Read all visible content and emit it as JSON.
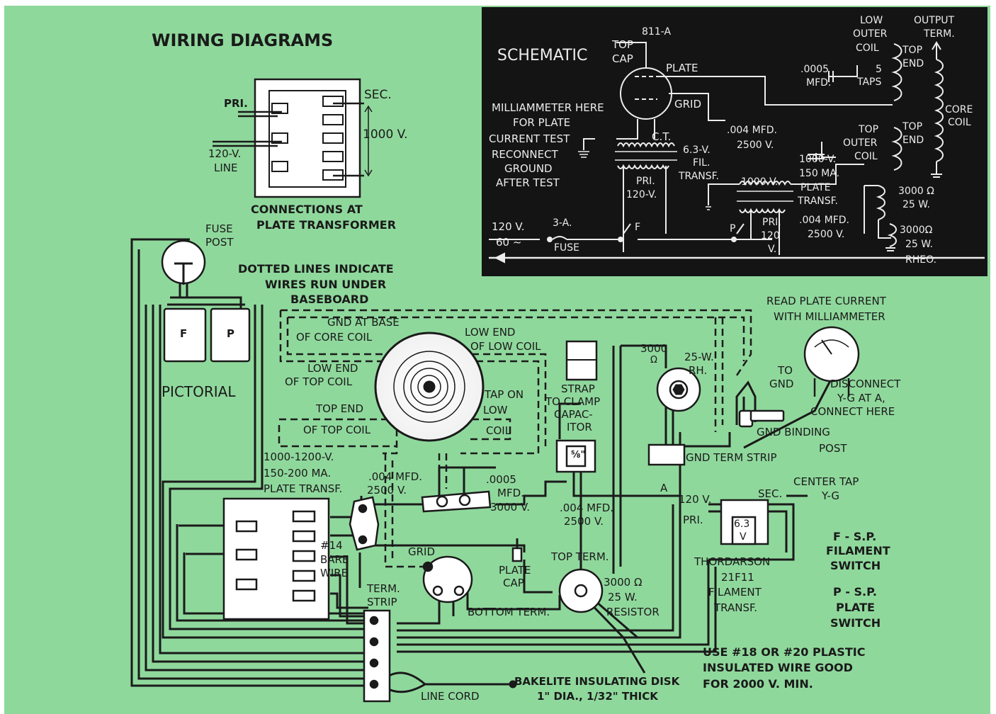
{
  "colors": {
    "panel_bg": "#8fd89c",
    "schematic_bg": "#141414",
    "ink": "#1a1a1a",
    "schematic_ink": "#ececec",
    "part_fill": "#ffffff"
  },
  "title": "WIRING DIAGRAMS",
  "transformer_connections": {
    "pri": "PRI.",
    "sec": "SEC.",
    "v1000": "1000 V.",
    "line_120v": "120-V.",
    "line": "LINE",
    "caption_1": "CONNECTIONS AT",
    "caption_2": "PLATE TRANSFORMER"
  },
  "schematic": {
    "title": "SCHEMATIC",
    "tube": "811-A",
    "top_cap_1": "TOP",
    "top_cap_2": "CAP",
    "plate": "PLATE",
    "grid": "GRID",
    "mil_1": "MILLIAMMETER HERE",
    "mil_2": "FOR PLATE",
    "mil_3": "CURRENT TEST",
    "mil_4": "RECONNECT",
    "mil_5": "GROUND",
    "mil_6": "AFTER TEST",
    "ct": "C.T.",
    "fil_1": "6.3-V.",
    "fil_2": "FIL.",
    "fil_3": "TRANSF.",
    "pri_1": "PRI.",
    "pri_2": "120-V.",
    "cap1_1": ".004 MFD.",
    "cap1_2": "2500 V.",
    "cap2_1": ".0005",
    "cap2_2": "MFD.",
    "taps_1": "5",
    "taps_2": "TAPS",
    "low_1": "LOW",
    "low_2": "OUTER",
    "low_3": "COIL",
    "out_1": "OUTPUT",
    "out_2": "TERM.",
    "top_end_1": "TOP",
    "top_end_2": "END",
    "core_1": "CORE",
    "core_2": "COIL",
    "top_outer_1": "TOP",
    "top_outer_2": "OUTER",
    "top_outer_3": "COIL",
    "top_end2_1": "TOP",
    "top_end2_2": "END",
    "pt_1": "1000-V.",
    "pt_2": "150 MA.",
    "pt_3": "PLATE",
    "pt_4": "TRANSF.",
    "sec_1000v": "1000 V.",
    "pri2_1": "PRI.",
    "pri2_2": "120",
    "pri2_3": "V.",
    "cap3_1": ".004 MFD.",
    "cap3_2": "2500 V.",
    "r1_1": "3000",
    "r1_2": "25 W.",
    "r2_1": "3000",
    "r2_2": "25 W.",
    "r2_3": "RHEO.",
    "ohm": "Ω",
    "v120": "120 V.",
    "hz": "60 ~",
    "fuse_1": "3-A.",
    "fuse_2": "FUSE",
    "f": "F",
    "p": "P"
  },
  "pictorial": {
    "title": "PICTORIAL",
    "fuse_1": "FUSE",
    "fuse_2": "POST",
    "switch_f": "F",
    "switch_p": "P",
    "dotted_1": "DOTTED LINES INDICATE",
    "dotted_2": "WIRES RUN UNDER",
    "dotted_3": "BASEBOARD",
    "gnd_1": "GND AT BASE",
    "gnd_2": "OF CORE COIL",
    "low_end_1": "LOW END",
    "low_end_2": "OF LOW COIL",
    "low_top_1": "LOW END",
    "low_top_2": "OF TOP COIL",
    "top_end_1": "TOP END",
    "top_end_2": "OF TOP COIL",
    "tap_1": "TAP ON",
    "tap_2": "LOW",
    "tap_3": "COIL",
    "strap_1": "STRAP",
    "strap_2": "TO CLAMP",
    "strap_3": "CAPAC-",
    "strap_4": "ITOR",
    "frac": "⅝\"",
    "rheo_1": "3000",
    "rheo_ohm": "Ω",
    "rheo_2": "25-W.",
    "rheo_3": "RH.",
    "read_1": "READ PLATE CURRENT",
    "read_2": "WITH MILLIAMMETER",
    "to_gnd_1": "TO",
    "to_gnd_2": "GND",
    "disc_1": "DISCONNECT",
    "disc_2": "Y-G AT A,",
    "disc_3": "CONNECT HERE",
    "gbp_1": "GND BINDING",
    "gbp_2": "POST",
    "gts": "GND TERM STRIP",
    "pt_1": "1000-1200-V.",
    "pt_2": "150-200 MA.",
    "pt_3": "PLATE TRANSF.",
    "c004_1": ".004 MFD.",
    "c004_2": "2500 V.",
    "c0005_1": ".0005",
    "c0005_2": "MFD.",
    "c0005_3": "3000 V.",
    "c004b_1": ".004 MFD.",
    "c004b_2": "2500 V.",
    "a": "A",
    "center_1": "CENTER TAP",
    "center_2": "Y-G",
    "v120": "120 V.",
    "sec": "SEC.",
    "pri": "PRI.",
    "v63_1": "6.3",
    "v63_2": "V",
    "fs_1": "F - S.P.",
    "fs_2": "FILAMENT",
    "fs_3": "SWITCH",
    "ps_1": "P - S.P.",
    "ps_2": "PLATE",
    "ps_3": "SWITCH",
    "bare_1": "#14",
    "bare_2": "BARE",
    "bare_3": "WIRE",
    "grid": "GRID",
    "plate_1": "PLATE",
    "plate_2": "CAP",
    "top_term": "TOP TERM.",
    "bottom_term": "BOTTOM TERM.",
    "res_1": "3000",
    "res_ohm": "Ω",
    "res_2": "25 W.",
    "res_3": "RESISTOR",
    "thor_1": "THORDARSON",
    "thor_2": "21F11",
    "thor_3": "FILAMENT",
    "thor_4": "TRANSF.",
    "term_1": "TERM.",
    "term_2": "STRIP",
    "use_1": "USE #18 OR #20 PLASTIC",
    "use_2": "INSULATED WIRE GOOD",
    "use_3": "FOR 2000 V. MIN.",
    "bakelite_1": "BAKELITE INSULATING DISK",
    "bakelite_2": "1\" DIA., 1/32\" THICK",
    "line_cord": "LINE CORD"
  }
}
